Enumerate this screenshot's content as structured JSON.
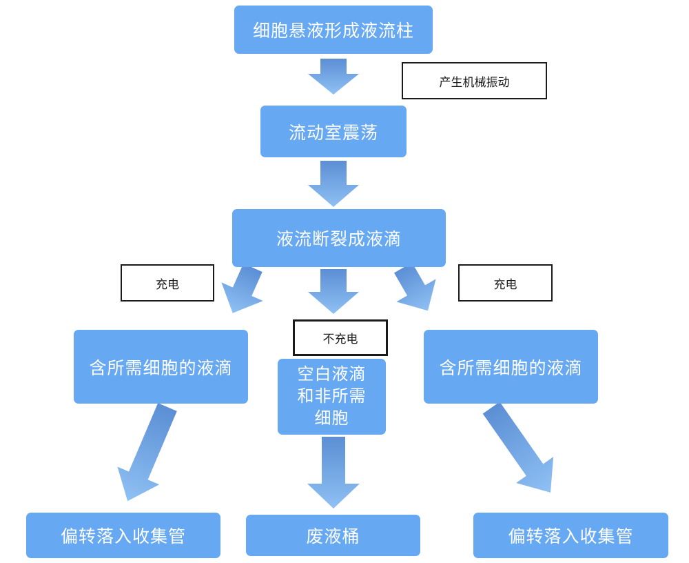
{
  "diagram": {
    "title_hint": "流式细胞分选流程图",
    "nodes": {
      "top": "细胞悬液形成液流柱",
      "vibrate": "流动室震荡",
      "break": "液流断裂成液滴",
      "left_drop": "含所需细胞的液滴",
      "mid_drop": "空白液滴和非所需细胞",
      "right_drop": "含所需细胞的液滴",
      "left_collect": "偏转落入收集管",
      "waste": "废液桶",
      "right_collect": "偏转落入收集管"
    },
    "annotations": {
      "mechanical": "产生机械振动",
      "charge_left": "充电",
      "charge_right": "充电",
      "no_charge": "不充电"
    },
    "colors": {
      "node_fill": "#66a8f2",
      "node_text": "#ffffff",
      "arrow_gradient_start": "#5b8ed4",
      "arrow_gradient_end": "#8fc1f4",
      "annotation_border": "#1a1a1a",
      "background": "#ffffff"
    }
  }
}
